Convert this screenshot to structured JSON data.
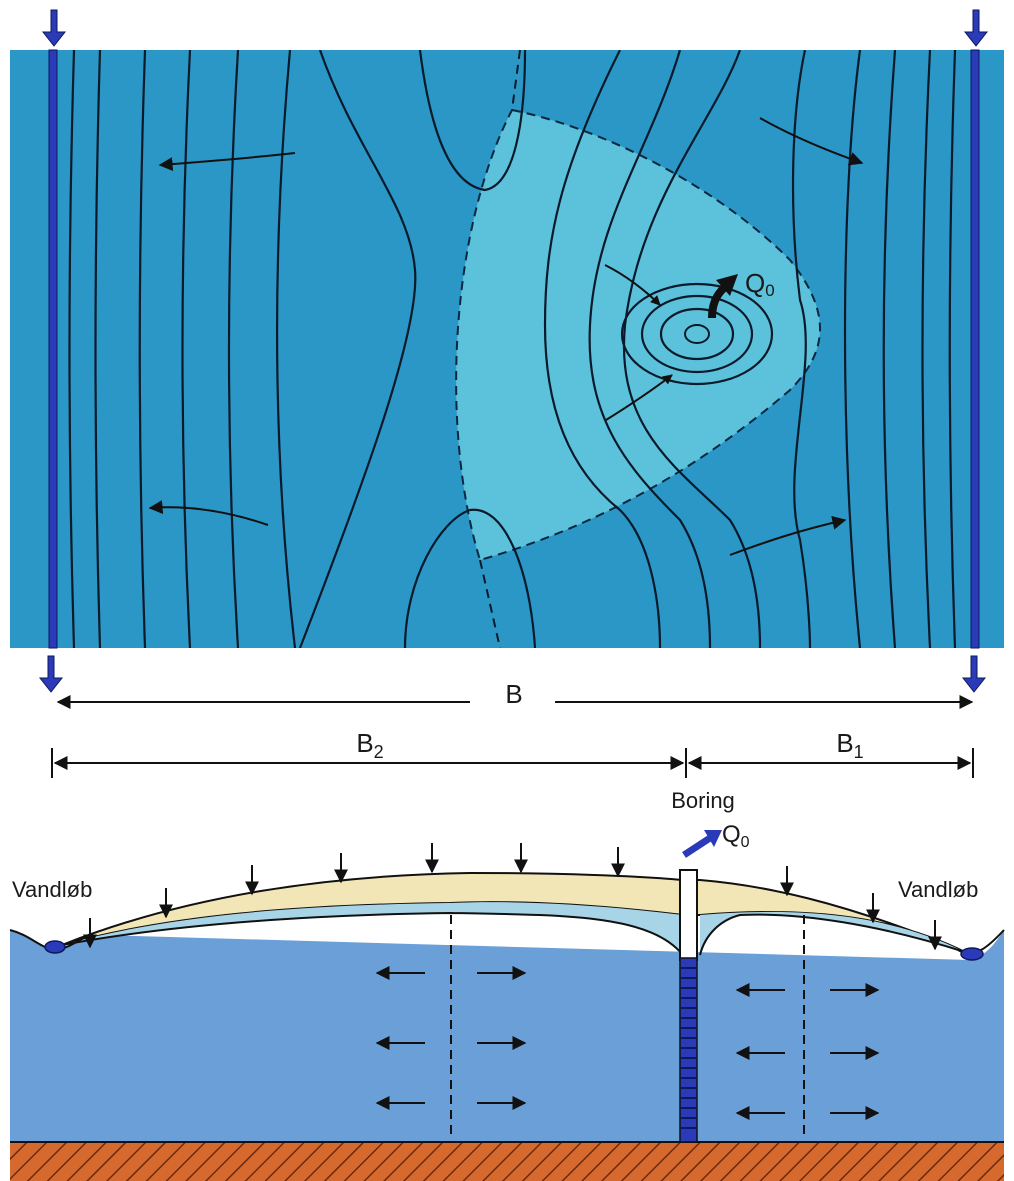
{
  "labels": {
    "total_width": "B",
    "left_width": "B",
    "left_width_sub": "2",
    "right_width": "B",
    "right_width_sub": "1",
    "well": "Boring",
    "pump_rate": "Q",
    "pump_rate_sub": "0",
    "stream_left": "Vandløb",
    "stream_right": "Vandløb"
  },
  "colors": {
    "plan_background": "#2a97c6",
    "capture_zone": "#5cc2dc",
    "stream_line": "#2b3ab8",
    "arrow_blue": "#2b3ab8",
    "aquifer": "#6a9fd8",
    "unsaturated_zone": "#f3e6b6",
    "drawdown_zone": "#a8d4e8",
    "bedrock": "#d66a2e",
    "well_screen": "#2b3ab8"
  }
}
